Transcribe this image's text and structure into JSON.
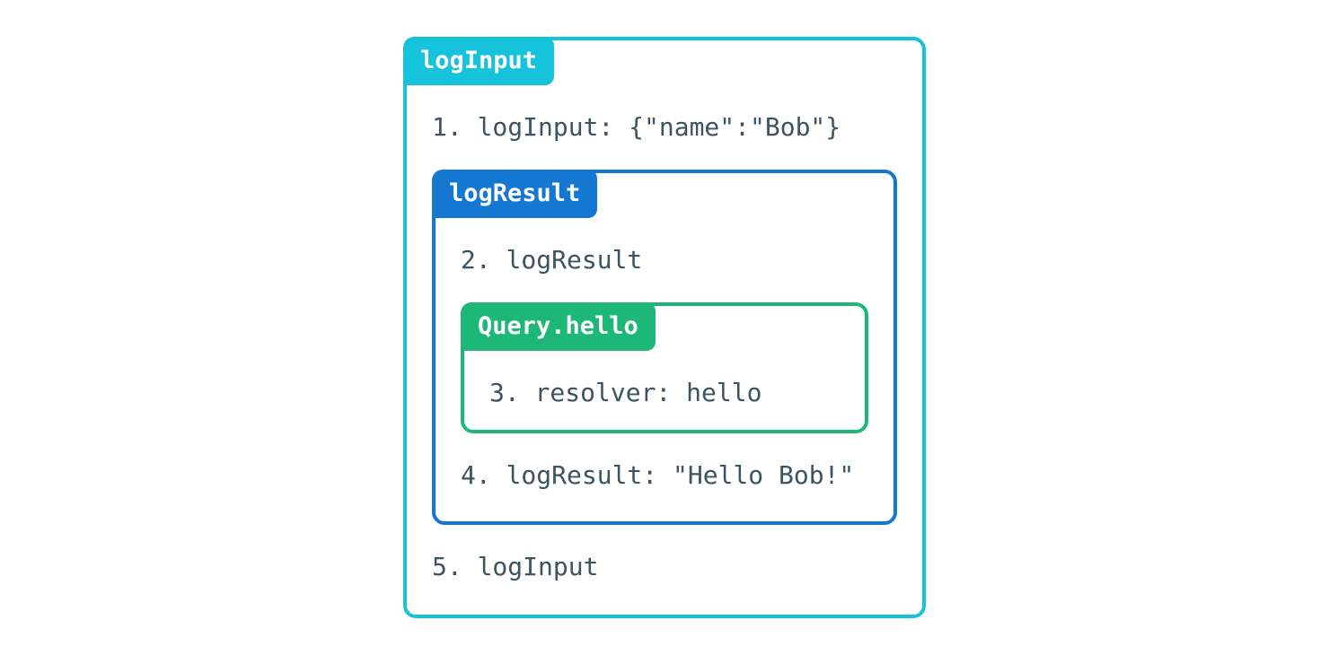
{
  "colors": {
    "outer_accent": "#15c4dc",
    "middle_accent": "#1478d2",
    "inner_accent": "#1db877",
    "text": "#3d5360",
    "page_bg": "#ffffff"
  },
  "diagram": {
    "outer": {
      "label": "logInput",
      "line_before": "1. logInput: {\"name\":\"Bob\"}",
      "line_after": "5. logInput"
    },
    "middle": {
      "label": "logResult",
      "line_before": "2. logResult",
      "line_after": "4. logResult: \"Hello Bob!\""
    },
    "inner": {
      "label": "Query.hello",
      "line": "3. resolver: hello"
    }
  }
}
